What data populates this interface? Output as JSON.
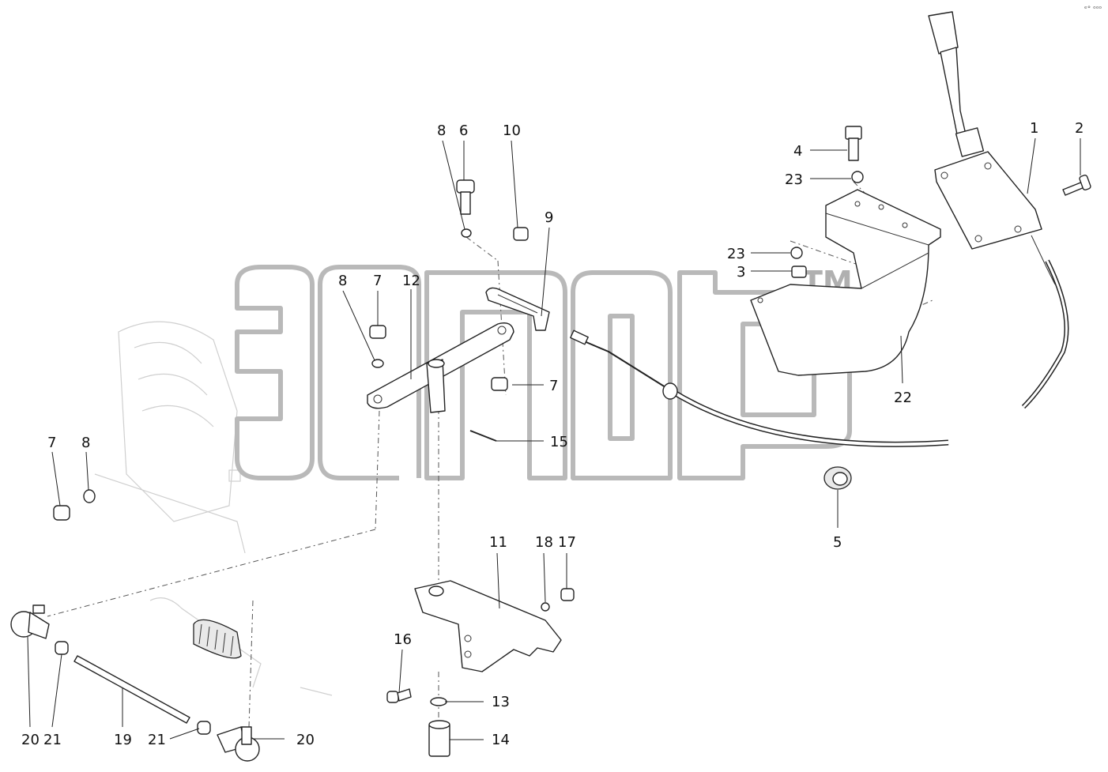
{
  "watermark": {
    "tm": "TM"
  },
  "corner_mark": "ᵉ° ᵒᵒᵒ",
  "callouts": [
    {
      "id": "c-1",
      "text": "1"
    },
    {
      "id": "c-2",
      "text": "2"
    },
    {
      "id": "c-3",
      "text": "3"
    },
    {
      "id": "c-4",
      "text": "4"
    },
    {
      "id": "c-5",
      "text": "5"
    },
    {
      "id": "c-6",
      "text": "6"
    },
    {
      "id": "c-7a",
      "text": "7"
    },
    {
      "id": "c-7b",
      "text": "7"
    },
    {
      "id": "c-7c",
      "text": "7"
    },
    {
      "id": "c-8a",
      "text": "8"
    },
    {
      "id": "c-8b",
      "text": "8"
    },
    {
      "id": "c-8c",
      "text": "8"
    },
    {
      "id": "c-9",
      "text": "9"
    },
    {
      "id": "c-10",
      "text": "10"
    },
    {
      "id": "c-11",
      "text": "11"
    },
    {
      "id": "c-12",
      "text": "12"
    },
    {
      "id": "c-13",
      "text": "13"
    },
    {
      "id": "c-14",
      "text": "14"
    },
    {
      "id": "c-15",
      "text": "15"
    },
    {
      "id": "c-16",
      "text": "16"
    },
    {
      "id": "c-17",
      "text": "17"
    },
    {
      "id": "c-18",
      "text": "18"
    },
    {
      "id": "c-19",
      "text": "19"
    },
    {
      "id": "c-20a",
      "text": "20"
    },
    {
      "id": "c-20b",
      "text": "20"
    },
    {
      "id": "c-21a",
      "text": "21"
    },
    {
      "id": "c-21b",
      "text": "21"
    },
    {
      "id": "c-22",
      "text": "22"
    },
    {
      "id": "c-23a",
      "text": "23"
    },
    {
      "id": "c-23b",
      "text": "23"
    }
  ]
}
